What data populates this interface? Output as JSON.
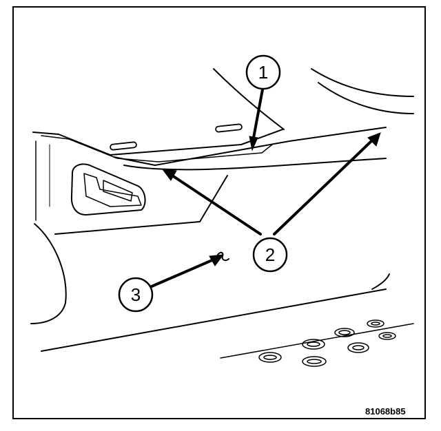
{
  "callouts": [
    {
      "label": "1"
    },
    {
      "label": "2"
    },
    {
      "label": "3"
    }
  ],
  "figure_id": "81068b85"
}
